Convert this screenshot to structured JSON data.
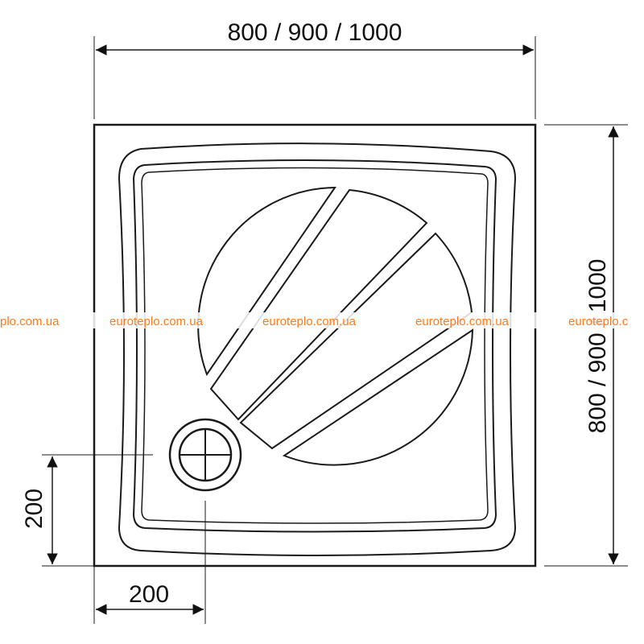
{
  "dimensions": {
    "width_label": "800 / 900 / 1000",
    "height_label": "800 / 900 / 1000",
    "drain_offset_y_label": "200",
    "drain_offset_x_label": "200"
  },
  "watermarks": [
    "plo.com.ua",
    "euroteplo.com.ua",
    "euroteplo.com.ua",
    "euroteplo.com.ua",
    "euroteplo.c"
  ],
  "colors": {
    "line": "#1a1a1a",
    "watermark": "#ff7a1a"
  }
}
